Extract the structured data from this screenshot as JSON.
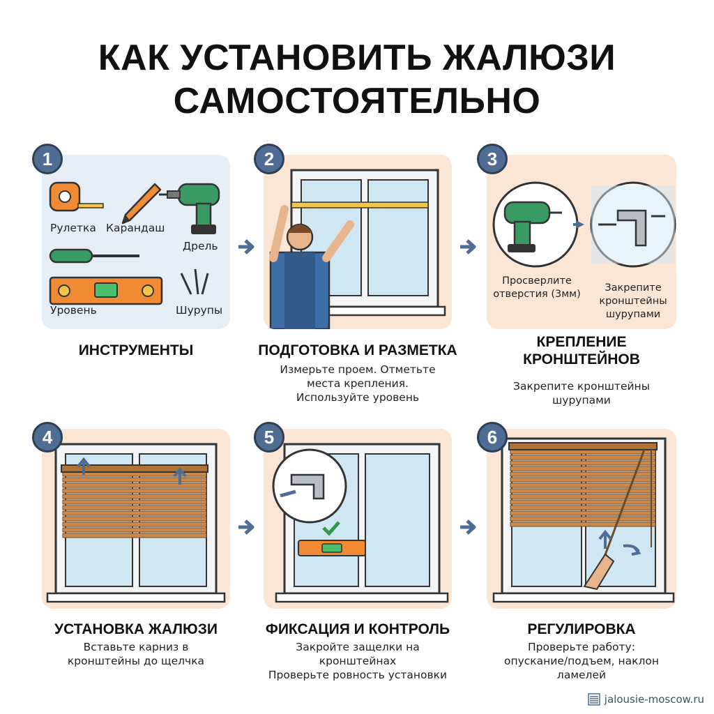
{
  "title": {
    "line1": "КАК УСТАНОВИТЬ ЖАЛЮЗИ",
    "line2": "САМОСТОЯТЕЛЬНО"
  },
  "colors": {
    "badge": "#4f6d92",
    "card_blue": "#e6edf5",
    "card_peach": "#fbe6d6",
    "arrow": "#4f6d92",
    "slat": "#c98a4b"
  },
  "steps": [
    {
      "number": "1",
      "title": "ИНСТРУМЕНТЫ",
      "desc": [],
      "tools": {
        "tape": "Рулетка",
        "pencil": "Карандаш",
        "drill": "Дрель",
        "level": "Уровень",
        "screws": "Шурупы"
      }
    },
    {
      "number": "2",
      "title": "ПОДГОТОВКА И РАЗМЕТКА",
      "desc": [
        "Измерьте проем. Отметьте",
        "места крепления.",
        "Используйте уровень"
      ]
    },
    {
      "number": "3",
      "title_lines": [
        "КРЕПЛЕНИЕ",
        "КРОНШТЕЙНОВ"
      ],
      "desc": [
        "Закрепите кронштейны",
        "шурупами"
      ],
      "inner": {
        "drill_label": [
          "Просверлите",
          "отверстия (3мм)"
        ],
        "bracket_label": [
          "Закрепите",
          "кронштейны",
          "шурупами"
        ]
      }
    },
    {
      "number": "4",
      "title": "УСТАНОВКА ЖАЛЮЗИ",
      "desc": [
        "Вставьте карниз в",
        "кронштейны до щелчка"
      ]
    },
    {
      "number": "5",
      "title": "ФИКСАЦИЯ И КОНТРОЛЬ",
      "desc": [
        "Закройте защелки на",
        "кронштейнах",
        "Проверьте ровность установки"
      ]
    },
    {
      "number": "6",
      "title": "РЕГУЛИРОВКА",
      "desc": [
        "Проверьте работу:",
        "опускание/подъем, наклон",
        "ламелей"
      ]
    }
  ],
  "footer": {
    "site": "jalousie-moscow.ru",
    "icon": "blinds-logo-icon"
  }
}
